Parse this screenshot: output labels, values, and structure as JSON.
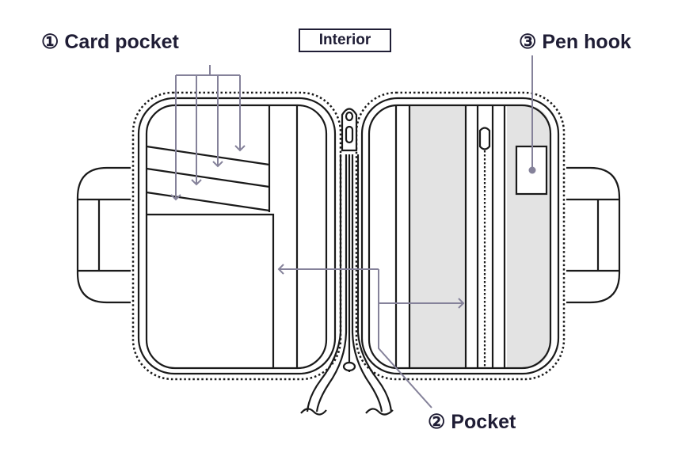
{
  "title": "Interior",
  "labels": {
    "card_pocket": "① Card pocket",
    "pocket": "② Pocket",
    "pen_hook": "③ Pen hook"
  },
  "colors": {
    "line": "#1a1a1a",
    "arrow": "#85829a",
    "text": "#1f1d35",
    "fill": "#e3e3e3"
  }
}
